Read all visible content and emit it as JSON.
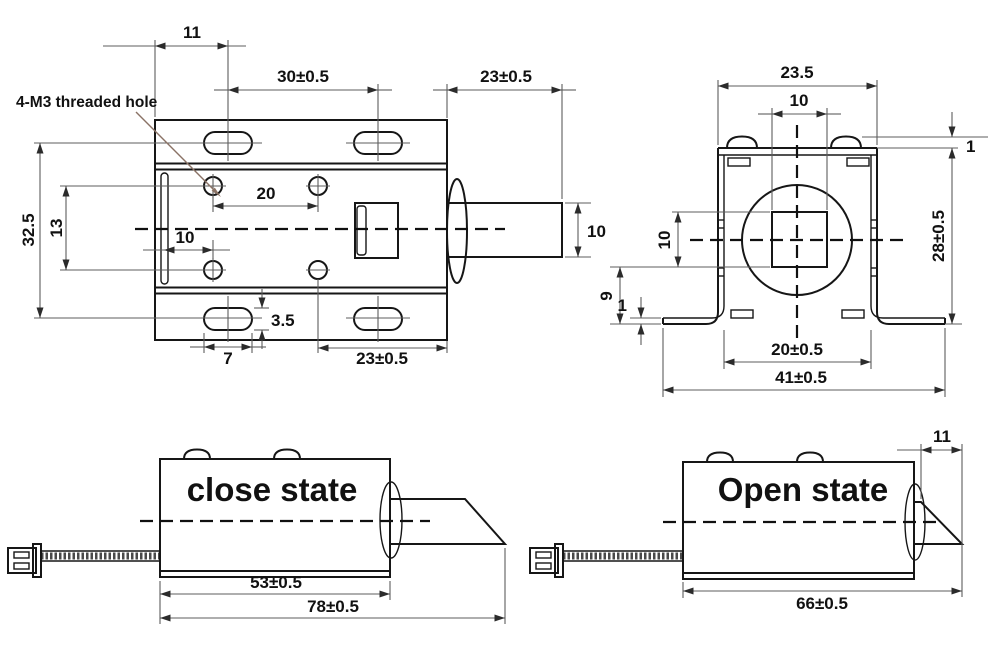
{
  "drawing": {
    "background": "#ffffff",
    "object_line_color": "#161616",
    "dim_line_color": "#5d5d5d",
    "leader_color": "#8a7265",
    "plan_view": {
      "label_threaded_hole": "4-M3 threaded hole",
      "dim_top_offset": "11",
      "dim_slot_spacing_top": "30±0.5",
      "dim_plunger_length": "23±0.5",
      "dim_hole_spacing_h": "20",
      "dim_hole_offset_h": "10",
      "dim_hole_spacing_v": "13",
      "dim_body_height": "32.5",
      "dim_plunger_height": "10",
      "dim_slot_width": "3.5",
      "dim_slot_length": "7",
      "dim_hole_to_edge": "23±0.5"
    },
    "end_view": {
      "dim_body_width": "23.5",
      "dim_plunger_width": "10",
      "dim_screw_height": "1",
      "dim_body_height": "28±0.5",
      "dim_plunger_sq_height": "10",
      "dim_base_height": "9",
      "dim_foot_thickness": "1",
      "dim_inner_width": "20±0.5",
      "dim_overall_width": "41±0.5"
    },
    "close_view": {
      "title": "close state",
      "dim_body_length": "53±0.5",
      "dim_overall_length": "78±0.5"
    },
    "open_view": {
      "title": "Open state",
      "dim_tip_protrusion": "11",
      "dim_overall_length": "66±0.5"
    }
  }
}
